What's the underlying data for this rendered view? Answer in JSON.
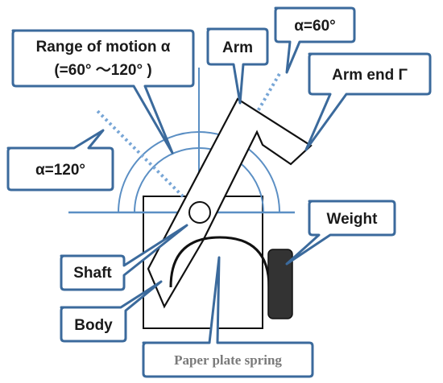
{
  "labels": {
    "range_line1": "Range of motion α",
    "range_line2": "(=60°  ～120°  )",
    "arm": "Arm",
    "alpha60": "α=60°",
    "arm_end": "Arm end Γ",
    "alpha120": "α=120°",
    "weight": "Weight",
    "shaft": "Shaft",
    "body": "Body",
    "paper_spring": "Paper plate spring"
  },
  "colors": {
    "callout_border": "#3b6a9c",
    "guide_line": "#5b8fc4",
    "dotted_line": "#78a6d6",
    "weight_fill": "#333333",
    "gray_text": "#7a7a7a"
  },
  "angles": {
    "min_alpha_deg": 60,
    "max_alpha_deg": 120
  }
}
